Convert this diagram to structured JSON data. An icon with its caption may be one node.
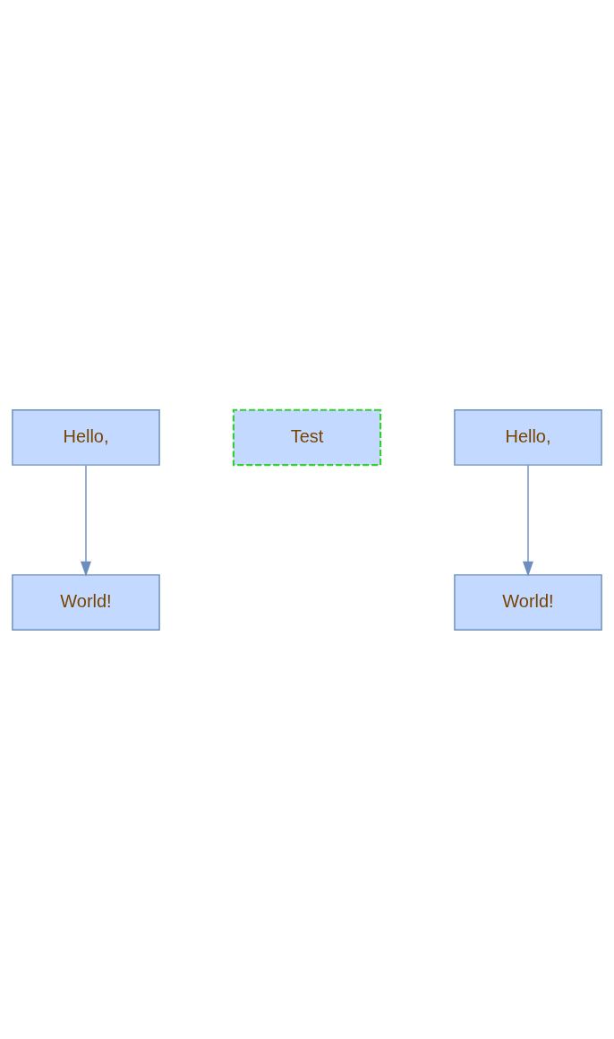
{
  "diagram": {
    "nodes": [
      {
        "text": [
          "Hello,"
        ]
      },
      {
        "text": [
          "World!"
        ]
      },
      {
        "text": [
          "Test"
        ]
      },
      {
        "text": [
          "Hello,"
        ]
      },
      {
        "text": [
          "World!"
        ]
      }
    ],
    "edges": [
      {
        "from": 0,
        "to": 1,
        "arrow": "to"
      },
      {
        "from": 3,
        "to": 4,
        "arrow": "to"
      }
    ]
  }
}
